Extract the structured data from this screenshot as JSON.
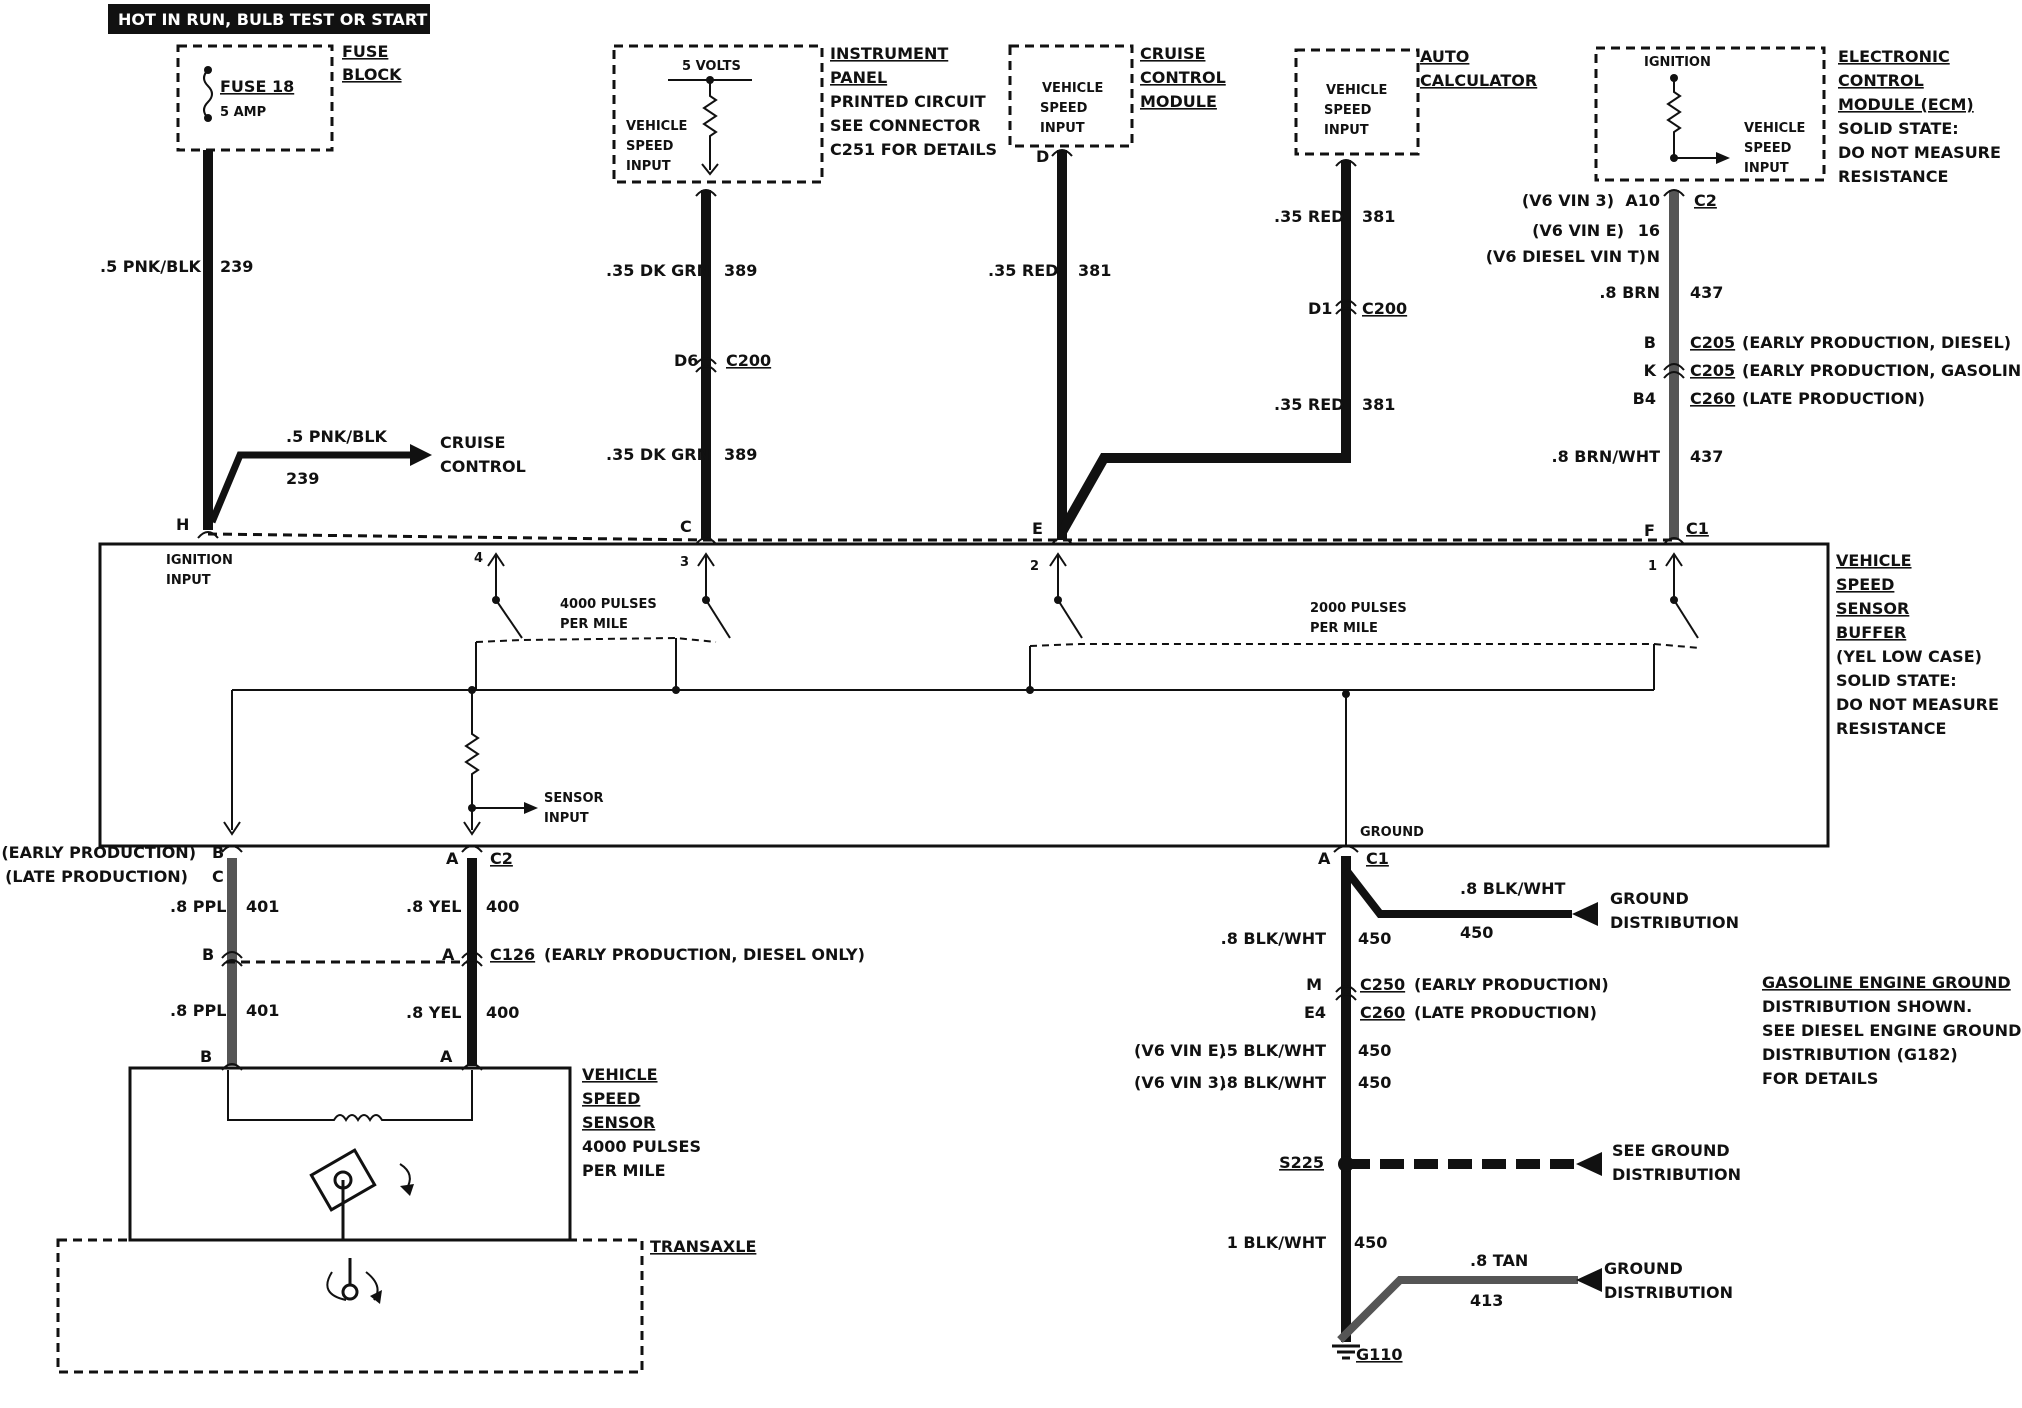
{
  "header": {
    "power_label": "HOT IN RUN, BULB TEST OR START"
  },
  "fuse_block": {
    "title_line1": "FUSE",
    "title_line2": "BLOCK",
    "fuse_name": "FUSE 18",
    "fuse_rating": "5 AMP"
  },
  "ip_module": {
    "label_lines": [
      "INSTRUMENT",
      "PANEL",
      "PRINTED CIRCUIT",
      "SEE CONNECTOR",
      "C251 FOR DETAILS"
    ],
    "supply": "5 VOLTS",
    "input_lines": [
      "VEHICLE",
      "SPEED",
      "INPUT"
    ]
  },
  "cruise_module": {
    "label_lines": [
      "CRUISE",
      "CONTROL",
      "MODULE"
    ],
    "input_lines": [
      "VEHICLE",
      "SPEED",
      "INPUT"
    ],
    "pin": "D"
  },
  "auto_calc": {
    "label_lines": [
      "AUTO",
      "CALCULATOR"
    ],
    "input_lines": [
      "VEHICLE",
      "SPEED",
      "INPUT"
    ]
  },
  "ecm": {
    "label_lines": [
      "ELECTRONIC",
      "CONTROL",
      "MODULE (ECM)",
      "SOLID STATE:",
      "DO NOT MEASURE",
      "RESISTANCE"
    ],
    "ignition": "IGNITION",
    "input_lines": [
      "VEHICLE",
      "SPEED",
      "INPUT"
    ]
  },
  "wires": {
    "w239_size": ".5 PNK/BLK",
    "w239_num": "239",
    "w239b_size": ".5 PNK/BLK",
    "w239b_num": "239",
    "cruise_branch": [
      "CRUISE",
      "CONTROL"
    ],
    "w389a_size": ".35 DK GRN",
    "w389a_num": "389",
    "w389b_size": ".35 DK GRN",
    "w389b_num": "389",
    "c200_pin_a": "D6",
    "c200_a": "C200",
    "w381a_size": ".35 RED",
    "w381a_num": "381",
    "w381b_size": ".35 RED",
    "w381b_num": "381",
    "w381c_size": ".35 RED",
    "w381c_num": "381",
    "c200_pin_b": "D1",
    "c200_b": "C200",
    "w437a_size": ".8 BRN",
    "w437a_num": "437",
    "w437b_size": ".8 BRN/WHT",
    "w437b_num": "437"
  },
  "ecm_connector": {
    "rows": [
      {
        "note": "(V6 VIN 3)",
        "pin": "A10",
        "conn": "C2"
      },
      {
        "note": "(V6 VIN E)",
        "pin": "16",
        "conn": ""
      },
      {
        "note": "(V6 DIESEL VIN T)",
        "pin": "N",
        "conn": ""
      }
    ]
  },
  "ecm_inline": [
    {
      "pin": "B",
      "conn": "C205",
      "note": "(EARLY PRODUCTION, DIESEL)"
    },
    {
      "pin": "K",
      "conn": "C205",
      "note": "(EARLY PRODUCTION, GASOLINE)"
    },
    {
      "pin": "B4",
      "conn": "C260",
      "note": "(LATE PRODUCTION)"
    }
  ],
  "buffer": {
    "label_lines": [
      "VEHICLE",
      "SPEED",
      "SENSOR",
      "BUFFER",
      "(YEL LOW CASE)",
      "SOLID STATE:",
      "DO NOT MEASURE",
      "RESISTANCE"
    ],
    "pins_top": [
      "H",
      "C",
      "E",
      "F"
    ],
    "c1_top": "C1",
    "ignition_input": [
      "IGNITION",
      "INPUT"
    ],
    "switch_nums": [
      "4",
      "3",
      "2",
      "1"
    ],
    "pulses_4000": [
      "4000 PULSES",
      "PER MILE"
    ],
    "pulses_2000": [
      "2000 PULSES",
      "PER MILE"
    ],
    "sensor_input": [
      "SENSOR",
      "INPUT"
    ],
    "ground": "GROUND"
  },
  "lower_left": {
    "early_prod": "(EARLY PRODUCTION)",
    "late_prod": "(LATE PRODUCTION)",
    "pin_b": "B",
    "pin_c": "C",
    "pin_a": "A",
    "c2": "C2",
    "w401a_size": ".8 PPL",
    "w401a_num": "401",
    "w400a_size": ".8 YEL",
    "w400a_num": "400",
    "c126_pin_b": "B",
    "c126_pin_a": "A",
    "c126": "C126",
    "c126_note": "(EARLY PRODUCTION, DIESEL ONLY)",
    "w401b_size": ".8 PPL",
    "w401b_num": "401",
    "w400b_size": ".8 YEL",
    "w400b_num": "400",
    "sensor_pin_b": "B",
    "sensor_pin_a": "A"
  },
  "vss": {
    "label_lines": [
      "VEHICLE",
      "SPEED",
      "SENSOR",
      "4000 PULSES",
      "PER MILE"
    ]
  },
  "transaxle": {
    "label": "TRANSAXLE"
  },
  "ground_side": {
    "pin_a": "A",
    "c1": "C1",
    "w450_branch_size": ".8 BLK/WHT",
    "w450_branch_num": "450",
    "gd1": [
      "GROUND",
      "DISTRIBUTION"
    ],
    "w450a_size": ".8 BLK/WHT",
    "w450a_num": "450",
    "m_pin": "M",
    "c250": "C250",
    "c250_note": "(EARLY PRODUCTION)",
    "e4_pin": "E4",
    "c260": "C260",
    "c260_note": "(LATE PRODUCTION)",
    "vin_e": "(V6 VIN E)",
    "w450b_size": ".5 BLK/WHT",
    "w450b_num": "450",
    "vin_3": "(V6 VIN 3)",
    "w450c_size": ".8 BLK/WHT",
    "w450c_num": "450",
    "s225": "S225",
    "see_ground": [
      "SEE GROUND",
      "DISTRIBUTION"
    ],
    "w450d_size": "1 BLK/WHT",
    "w450d_num": "450",
    "tan_size": ".8 TAN",
    "tan_num": "413",
    "gd2": [
      "GROUND",
      "DISTRIBUTION"
    ],
    "g110": "G110"
  },
  "note": {
    "lines": [
      "GASOLINE ENGINE GROUND",
      "DISTRIBUTION SHOWN.",
      "SEE DIESEL ENGINE GROUND",
      "DISTRIBUTION (G182)",
      "FOR DETAILS"
    ]
  }
}
